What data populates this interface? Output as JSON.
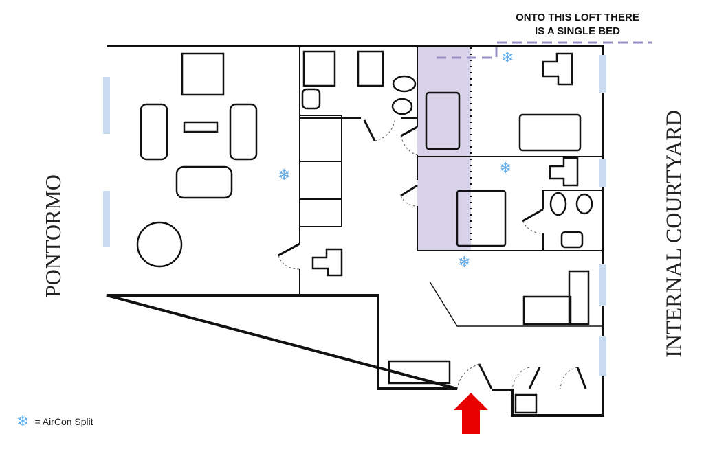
{
  "annotation": {
    "line1": "ONTO THIS LOFT  THERE",
    "line2": "IS A SINGLE BED"
  },
  "labels": {
    "left_street": "PONTORMO",
    "right_side": "INTERNAL COURTYARD"
  },
  "legend": {
    "icon": "snowflake-icon",
    "symbol": "❄",
    "text": "= AirCon Split"
  },
  "colors": {
    "wall": "#111111",
    "window": "#c9dcef",
    "loft": "#d8d3e8",
    "loft_line": "#9a8fc4",
    "aircon": "#5aa8e8",
    "entrance_arrow": "#e60000"
  }
}
